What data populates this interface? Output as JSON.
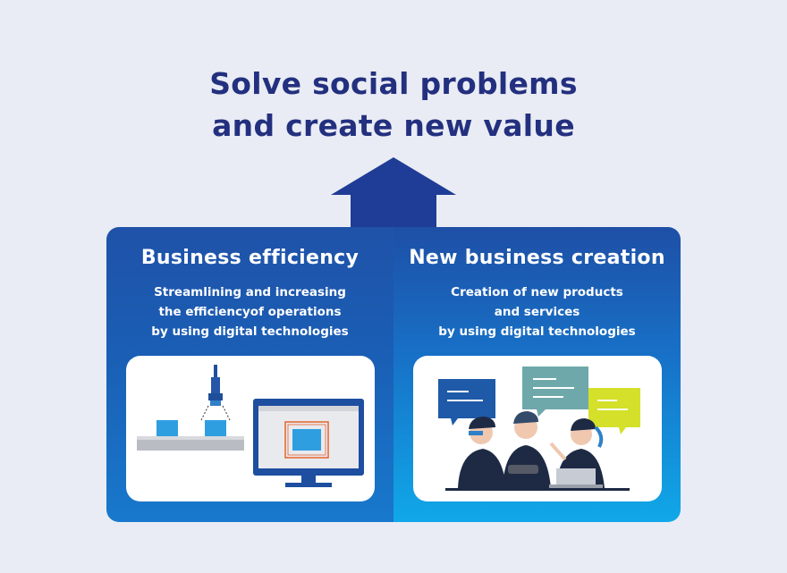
{
  "headline": {
    "line1": "Solve social problems",
    "line2": "and create new value"
  },
  "colors": {
    "headline": "#23307f",
    "arrow": "#1f3c96",
    "panel_dark": "#1f52a8",
    "panel_light": "#10a8e8",
    "accent_orange": "#e8632b",
    "block_blue": "#2f9ee0"
  },
  "left": {
    "title": "Business efficiency",
    "desc": [
      "Streamlining and increasing",
      "the efficiencyof operations",
      "by using digital technologies"
    ],
    "illustration_icons": [
      "robot-arm-icon",
      "conveyor-icon",
      "monitor-icon"
    ]
  },
  "right": {
    "title": "New business creation",
    "desc": [
      "Creation of new products",
      "and services",
      "by using digital technologies"
    ],
    "illustration_icons": [
      "speech-bubble-icon",
      "team-workers-icon",
      "laptop-icon"
    ]
  }
}
